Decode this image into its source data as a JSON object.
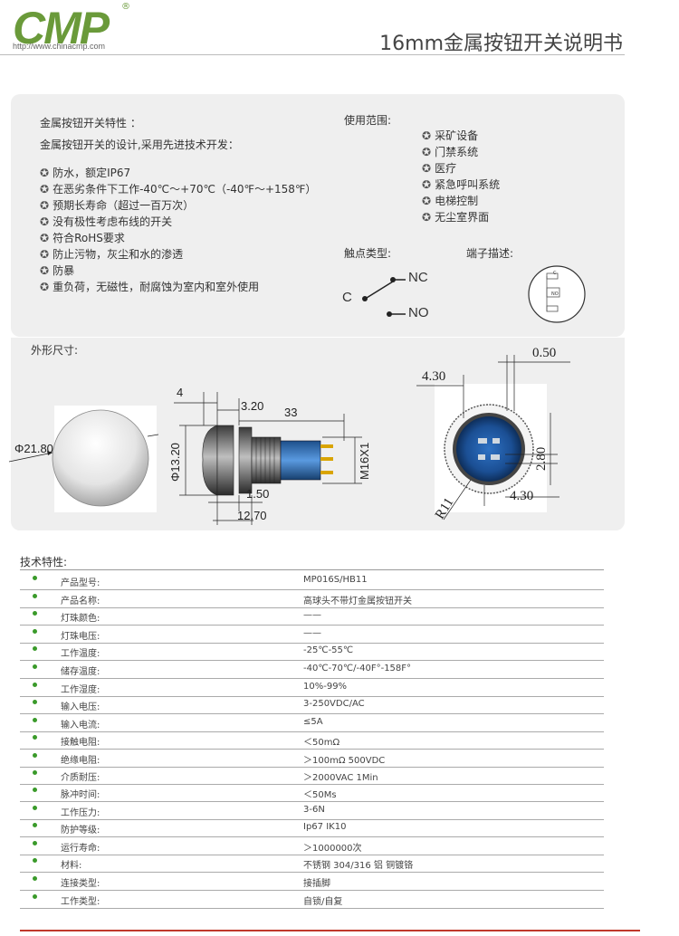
{
  "header": {
    "logo_text": "CMP",
    "logo_reg": "®",
    "logo_url": "http://www.chinacmp.com",
    "doc_title": "16mm金属按钮开关说明书"
  },
  "features": {
    "title": "金属按钮开关特性 ：",
    "subtitle": "金属按钮开关的设计,采用先进技术开发：",
    "items": [
      "防水，额定IP67",
      "在恶劣条件下工作-40℃～+70℃（-40℉～+158℉）",
      "预期长寿命（超过一百万次）",
      "没有极性考虑布线的开关",
      "符合RoHS要求",
      "防止污物，灰尘和水的渗透",
      "防暴",
      "重负荷，无磁性，耐腐蚀为室内和室外使用"
    ]
  },
  "usage": {
    "title": "使用范围:",
    "items": [
      "采矿设备",
      "门禁系统",
      "医疗",
      "紧急呼叫系统",
      "电梯控制",
      "无尘室界面"
    ]
  },
  "contact": {
    "title": "触点类型:",
    "c": "C",
    "nc": "NC",
    "no": "NO"
  },
  "terminal": {
    "title": "端子描述:",
    "c": "C",
    "no": "NO"
  },
  "drawing": {
    "title": "外形尺寸:",
    "d_head": "21.80",
    "dim_4": "4",
    "dim_320": "3.20",
    "dim_33": "33",
    "d_1320": "13.20",
    "dim_150": "1.50",
    "dim_1270": "12.70",
    "thread": "M16X1",
    "dim_050": "0.50",
    "dim_430a": "4.30",
    "dim_430b": "4.30",
    "dim_280": "2.80",
    "r11": "R11",
    "phi": "Φ"
  },
  "spec_title": "技术特性:",
  "specs": [
    {
      "label": "产品型号:",
      "value": "MP016S/HB11"
    },
    {
      "label": "产品名称:",
      "value": "高球头不带灯金属按钮开关"
    },
    {
      "label": "灯珠颜色:",
      "value": "——"
    },
    {
      "label": "灯珠电压:",
      "value": "——"
    },
    {
      "label": "工作温度:",
      "value": "-25℃-55℃"
    },
    {
      "label": "储存温度:",
      "value": "-40℃-70℃/-40F°-158F°"
    },
    {
      "label": "工作湿度:",
      "value": "10%-99%"
    },
    {
      "label": "输入电压:",
      "value": "3-250VDC/AC"
    },
    {
      "label": "输入电流:",
      "value": "≤5A"
    },
    {
      "label": "接触电阻:",
      "value": "＜50mΩ"
    },
    {
      "label": "绝缘电阻:",
      "value": "＞100mΩ  500VDC"
    },
    {
      "label": "介质耐压:",
      "value": "＞2000VAC  1Min"
    },
    {
      "label": "脉冲时间:",
      "value": "＜50Ms"
    },
    {
      "label": "工作压力:",
      "value": "3-6N"
    },
    {
      "label": "防护等级:",
      "value": "Ip67 IK10"
    },
    {
      "label": "运行寿命:",
      "value": "＞1000000次"
    },
    {
      "label": "材料:",
      "value": "不锈钢 304/316  铝  铜镀铬"
    },
    {
      "label": "连接类型:",
      "value": "接插脚"
    },
    {
      "label": "工作类型:",
      "value": "自锁/自复"
    }
  ],
  "colors": {
    "brand_green": "#6a9a3a",
    "accent_red": "#c0392b",
    "panel_grey": "#efefef"
  }
}
